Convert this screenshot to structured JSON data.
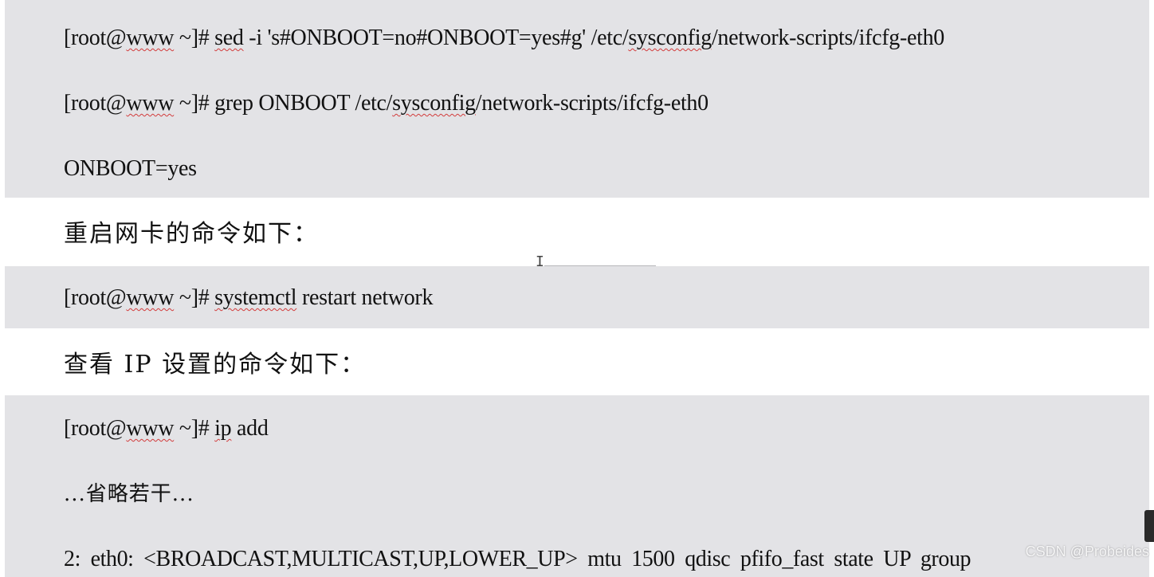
{
  "doc": {
    "cmd_sed": {
      "prompt": "[root@",
      "host": "www",
      "prompt_end": " ~]# ",
      "cmd": "sed",
      "args_a": " -i 's#ONBOOT=no#ONBOOT=yes#g' /etc/",
      "sysconfig": "sysconfig",
      "args_b": "/network-scripts/ifcfg-eth0"
    },
    "cmd_grep": {
      "prompt": "[root@",
      "host": "www",
      "prompt_end": " ~]# grep ONBOOT /etc/",
      "sysconfig": "sysconfig",
      "args_b": "/network-scripts/ifcfg-eth0"
    },
    "output_onboot": "ONBOOT=yes",
    "heading_restart": "重启网卡的命令如下：",
    "cmd_restart": {
      "prompt": "[root@",
      "host": "www",
      "prompt_end": " ~]# ",
      "systemctl": "systemctl",
      "rest": " restart network"
    },
    "heading_ip": "查看 IP 设置的命令如下：",
    "cmd_ip": {
      "prompt": "[root@",
      "host": "www",
      "prompt_end": " ~]# ",
      "ip": "ip",
      "rest": " add"
    },
    "omitted": "...省略若干...",
    "output_eth0": "2: eth0: <BROADCAST,MULTICAST,UP,LOWER_UP> mtu 1500 qdisc pfifo_fast state UP group",
    "watermark": "CSDN @Probeides"
  },
  "colors": {
    "code_background": "#e3e3e6",
    "spellcheck_underline": "#d23b3b",
    "text": "#111111"
  },
  "icons": {
    "cursor": "text-cursor-icon"
  }
}
